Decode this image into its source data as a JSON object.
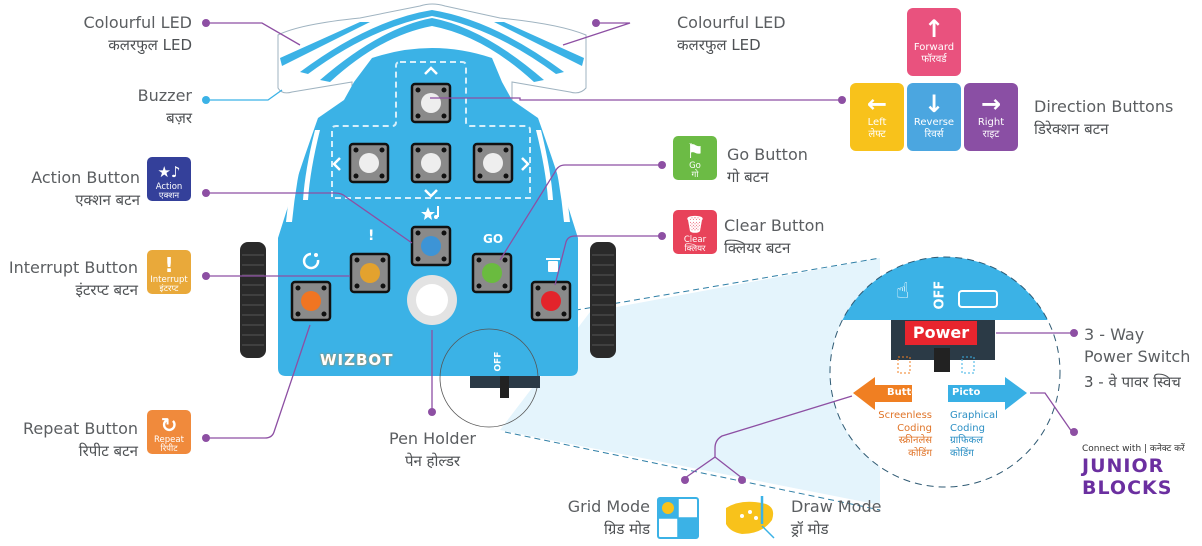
{
  "colors": {
    "robot_blue": "#3bb2e6",
    "connector_purple": "#8d4fa3",
    "connector_blue": "#3bb2e6",
    "action": "#34409a",
    "interrupt": "#e9a93a",
    "repeat": "#f08a3c",
    "go": "#6cbb45",
    "clear": "#e8435a",
    "forward": "#e9527e",
    "left": "#f8c21b",
    "reverse": "#4ba6e0",
    "right": "#8a4fa4",
    "power_red": "#e8252e",
    "button_arrow": "#f07f22",
    "picto_arrow": "#39b0e5",
    "junior_purple": "#6b2fa0"
  },
  "labels": {
    "led_left": {
      "en": "Colourful LED",
      "hi": "कलरफुल LED"
    },
    "led_right": {
      "en": "Colourful LED",
      "hi": "कलरफुल LED"
    },
    "buzzer": {
      "en": "Buzzer",
      "hi": "बज़र"
    },
    "action": {
      "en": "Action Button",
      "hi": "एक्शन बटन"
    },
    "interrupt": {
      "en": "Interrupt Button",
      "hi": "इंटरप्ट बटन"
    },
    "repeat": {
      "en": "Repeat Button",
      "hi": "रिपीट बटन"
    },
    "pen_holder": {
      "en": "Pen Holder",
      "hi": "पेन होल्डर"
    },
    "go": {
      "en": "Go Button",
      "hi": "गो बटन"
    },
    "clear": {
      "en": "Clear Button",
      "hi": "क्लियर बटन"
    },
    "direction": {
      "en": "Direction Buttons",
      "hi": "डिरेक्शन बटन"
    },
    "power_switch": {
      "en1": "3 - Way",
      "en2": "Power Switch",
      "hi": "3 - वे पावर स्विच"
    },
    "grid_mode": {
      "en": "Grid Mode",
      "hi": "ग्रिड मोड"
    },
    "draw_mode": {
      "en": "Draw Mode",
      "hi": "ड्रॉ मोड"
    }
  },
  "tiles": {
    "action": {
      "icon": "★♪",
      "en": "Action",
      "hi": "एक्शन"
    },
    "interrupt": {
      "icon": "!",
      "en": "Interrupt",
      "hi": "इंटरप्ट"
    },
    "repeat": {
      "icon": "↻",
      "en": "Repeat",
      "hi": "रिपीट"
    },
    "go": {
      "icon": "⚑",
      "en": "Go",
      "hi": "गो"
    },
    "clear": {
      "icon": "🗑",
      "en": "Clear",
      "hi": "क्लियर"
    }
  },
  "direction_tiles": {
    "forward": {
      "icon": "↑",
      "en": "Forward",
      "hi": "फॉरवर्ड"
    },
    "left": {
      "icon": "←",
      "en": "Left",
      "hi": "लेफ्ट"
    },
    "reverse": {
      "icon": "↓",
      "en": "Reverse",
      "hi": "रिवर्स"
    },
    "right": {
      "icon": "→",
      "en": "Right",
      "hi": "राइट"
    }
  },
  "robot": {
    "brand": "WIZBOT",
    "go_text": "GO",
    "interrupt_glyph": "!",
    "off_text": "OFF"
  },
  "power_detail": {
    "power_label": "Power",
    "off_text": "OFF",
    "button_arrow": "Button",
    "picto_arrow": "Picto",
    "button_desc_en1": "Screenless",
    "button_desc_en2": "Coding",
    "button_desc_hi1": "स्क्रीनलेस",
    "button_desc_hi2": "कोडिंग",
    "picto_desc_en1": "Graphical",
    "picto_desc_en2": "Coding",
    "picto_desc_hi1": "ग्राफिकल",
    "picto_desc_hi2": "कोडिंग"
  },
  "junior_blocks": {
    "connect": "Connect with | कनेक्ट करें",
    "line1": "JUNIOR",
    "line2": "BLOCKS"
  }
}
